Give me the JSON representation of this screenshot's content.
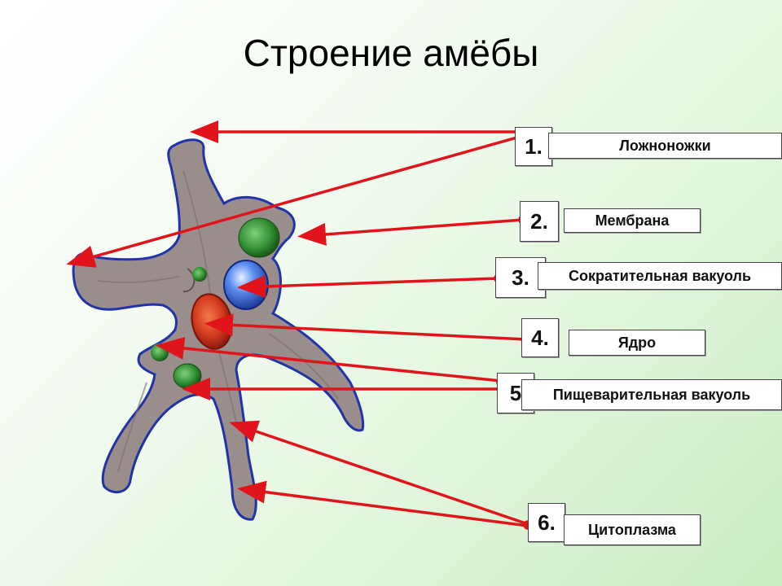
{
  "title": "Строение амёбы",
  "labels": [
    {
      "num": "1.",
      "text": "Ложноножки"
    },
    {
      "num": "2.",
      "text": "Мембрана"
    },
    {
      "num": "3.",
      "text": "Сократительная вакуоль"
    },
    {
      "num": "4.",
      "text": "Ядро"
    },
    {
      "num": "5",
      "text": "Пищеварительная вакуоль"
    },
    {
      "num": "6.",
      "text": "Цитоплазма"
    }
  ],
  "colors": {
    "arrow": "#e0141a",
    "membrane": "#2233aa",
    "cytoplasm": "#9a8e8c",
    "nucleus": "#d43a1e",
    "contractile_vacuole": "#3a6fe0",
    "food_vacuole": "#2e8a2e"
  }
}
